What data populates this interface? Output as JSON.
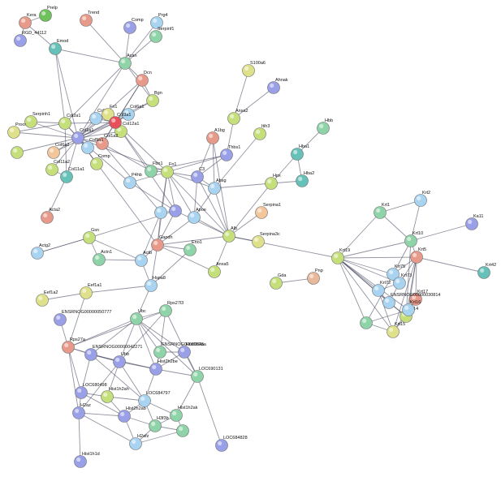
{
  "network": {
    "nodes": [
      {
        "id": "Prelp",
        "label": "Prelp",
        "color": "#6fc25b"
      },
      {
        "id": "Kera",
        "label": "Kera",
        "color": "#e89a8a"
      },
      {
        "id": "Trend",
        "label": "Trend",
        "color": "#e89a8a"
      },
      {
        "id": "Comp",
        "label": "Comp",
        "color": "#9aa0e8"
      },
      {
        "id": "Prg4",
        "label": "Prg4",
        "color": "#a8d4f2"
      },
      {
        "id": "Serpinf1",
        "label": "Serpinf1",
        "color": "#8fd4a8"
      },
      {
        "id": "RGD1",
        "label": "RGD_44112",
        "color": "#9aa0e8"
      },
      {
        "id": "Emod",
        "label": "Emod",
        "color": "#66c2b8"
      },
      {
        "id": "Acan",
        "label": "Acan",
        "color": "#8fd4a8"
      },
      {
        "id": "Dcn",
        "label": "Dcn",
        "color": "#e89a8a"
      },
      {
        "id": "Bgn",
        "label": "Bgn",
        "color": "#c5e07a"
      },
      {
        "id": "S100a6",
        "label": "S100a6",
        "color": "#dfe08a"
      },
      {
        "id": "Ahnak",
        "label": "Ahnak",
        "color": "#9aa0e8"
      },
      {
        "id": "Anxa2",
        "label": "Anxa2",
        "color": "#c5e07a"
      },
      {
        "id": "Serpinh1",
        "label": "Serpinh1",
        "color": "#c5e07a"
      },
      {
        "id": "Col2a1",
        "label": "Col2a1",
        "color": "#c5e07a"
      },
      {
        "id": "Col5a2",
        "label": "Col5a2",
        "color": "#a8d4f2"
      },
      {
        "id": "Fn1b",
        "label": "Fn1",
        "color": "#dfe08a"
      },
      {
        "id": "Col6a1",
        "label": "Col6a1",
        "color": "#a8d4f2"
      },
      {
        "id": "Col12a1",
        "label": "Col12a1",
        "color": "#c5e07a"
      },
      {
        "id": "Procr",
        "label": "Procr",
        "color": "#dfe08a"
      },
      {
        "id": "Col3a1",
        "label": "Col3a1",
        "color": "#e84f5a"
      },
      {
        "id": "Col1a1",
        "label": "Col1a1",
        "color": "#9aa0e8"
      },
      {
        "id": "Col1a2",
        "label": "Col1a2",
        "color": "#e89a8a"
      },
      {
        "id": "Col6a2",
        "label": "Col6a2",
        "color": "#f2c59a"
      },
      {
        "id": "Col5a1",
        "label": "Col5a1",
        "color": "#a8d4f2"
      },
      {
        "id": "Col11a2",
        "label": "Col11a2",
        "color": "#c5e07a"
      },
      {
        "id": "Comp2",
        "label": "Comp",
        "color": "#c5e07a"
      },
      {
        "id": "Col11a1",
        "label": "Col11a1",
        "color": "#66c2b8"
      },
      {
        "id": "Lum",
        "label": "",
        "color": "#c5e07a"
      },
      {
        "id": "Acta2",
        "label": "Acta2",
        "color": "#e89a8a"
      },
      {
        "id": "A1bg",
        "label": "A1bg",
        "color": "#e89a8a"
      },
      {
        "id": "Itih3",
        "label": "Itih3",
        "color": "#c5e07a"
      },
      {
        "id": "Thbs1",
        "label": "Thbs1",
        "color": "#9aa0e8"
      },
      {
        "id": "Hbb",
        "label": "Hbb",
        "color": "#8fd4a8"
      },
      {
        "id": "Hba1",
        "label": "Hba1",
        "color": "#66c2b8"
      },
      {
        "id": "Hba2",
        "label": "Hba2",
        "color": "#66c2b8"
      },
      {
        "id": "Fbn1",
        "label": "Fbn1",
        "color": "#8fd4a8"
      },
      {
        "id": "Fn1",
        "label": "Fn1",
        "color": "#c5e07a"
      },
      {
        "id": "P4hb",
        "label": "P4hb",
        "color": "#a8d4f2"
      },
      {
        "id": "C3",
        "label": "C3",
        "color": "#9aa0e8"
      },
      {
        "id": "Ahsg",
        "label": "Ahsg",
        "color": "#a8d4f2"
      },
      {
        "id": "Hpx",
        "label": "Hpx",
        "color": "#c5e07a"
      },
      {
        "id": "Serpina1",
        "label": "Serpina1",
        "color": "#f2c59a"
      },
      {
        "id": "Apoe",
        "label": "Apoe",
        "color": "#a8d4f2"
      },
      {
        "id": "Alb",
        "label": "Alb",
        "color": "#c5e07a"
      },
      {
        "id": "Serpina3c",
        "label": "Serpina3c",
        "color": "#dfe08a"
      },
      {
        "id": "Vim",
        "label": "",
        "color": "#9aa0e8"
      },
      {
        "id": "Tpm",
        "label": "",
        "color": "#a8d4f2"
      },
      {
        "id": "Gsn",
        "label": "Gsn",
        "color": "#c5e07a"
      },
      {
        "id": "Actg2",
        "label": "Actg2",
        "color": "#a8d4f2"
      },
      {
        "id": "Actn1",
        "label": "Actn1",
        "color": "#8fd4a8"
      },
      {
        "id": "Actb",
        "label": "Actb",
        "color": "#a8d4f2"
      },
      {
        "id": "Gapdh",
        "label": "Gapdh",
        "color": "#e89a8a"
      },
      {
        "id": "Eno1",
        "label": "Eno1",
        "color": "#8fd4a8"
      },
      {
        "id": "Anxa5",
        "label": "Anxa5",
        "color": "#c5e07a"
      },
      {
        "id": "Hspa8",
        "label": "Hspa8",
        "color": "#a8d4f2"
      },
      {
        "id": "Eef1a2",
        "label": "Eef1a2",
        "color": "#dfe08a"
      },
      {
        "id": "Eef1a1",
        "label": "Eef1a1",
        "color": "#dfe08a"
      },
      {
        "id": "ENSRNOG777",
        "label": "ENSRNOG00000050777",
        "color": "#9aa0e8"
      },
      {
        "id": "Rps27a",
        "label": "Rps27a",
        "color": "#e89a8a"
      },
      {
        "id": "Ubc",
        "label": "Ubc",
        "color": "#8fd4a8"
      },
      {
        "id": "Rps27l",
        "label": "Rps27l3",
        "color": "#8fd4a8"
      },
      {
        "id": "ENSRNOG2271",
        "label": "ENSRNOG00000042271",
        "color": "#9aa0e8"
      },
      {
        "id": "ENSRNOG456",
        "label": "ENSRNOG00000045",
        "color": "#8fd4a8"
      },
      {
        "id": "Hist1h2aa",
        "label": "Hist1h2aa",
        "color": "#9aa0e8"
      },
      {
        "id": "Ubb",
        "label": "Ubb",
        "color": "#9aa0e8"
      },
      {
        "id": "Hist2h2be",
        "label": "Hist2h2be",
        "color": "#9aa0e8"
      },
      {
        "id": "LOC690131",
        "label": "LOC690131",
        "color": "#8fd4a8"
      },
      {
        "id": "LOC680498",
        "label": "LOC680498",
        "color": "#9aa0e8"
      },
      {
        "id": "Hist1h2ah",
        "label": "Hist1h2ah",
        "color": "#c5e07a"
      },
      {
        "id": "LOC684797",
        "label": "LOC684797",
        "color": "#a8d4f2"
      },
      {
        "id": "Hist1h2ak",
        "label": "Hist1h2ak",
        "color": "#8fd4a8"
      },
      {
        "id": "H2az",
        "label": "H2az",
        "color": "#9aa0e8"
      },
      {
        "id": "Hist2h2ab",
        "label": "Hist2h2ab",
        "color": "#9aa0e8"
      },
      {
        "id": "H3f3b",
        "label": "H3f3b",
        "color": "#8fd4a8"
      },
      {
        "id": "H2afz",
        "label": "H2afz",
        "color": "#a8d4f2"
      },
      {
        "id": "H2afx",
        "label": "",
        "color": "#8fd4a8"
      },
      {
        "id": "LOC684828",
        "label": "LOC684828",
        "color": "#9aa0e8"
      },
      {
        "id": "Hist1h1d",
        "label": "Hist1h1d",
        "color": "#9aa0e8"
      },
      {
        "id": "Krt19",
        "label": "Krt19",
        "color": "#c5e07a"
      },
      {
        "id": "Krt1",
        "label": "Krt1",
        "color": "#8fd4a8"
      },
      {
        "id": "Krt2",
        "label": "Krt2",
        "color": "#a8d4f2"
      },
      {
        "id": "Krt10",
        "label": "Krt10",
        "color": "#8fd4a8"
      },
      {
        "id": "Ka11",
        "label": "Ka11",
        "color": "#9aa0e8"
      },
      {
        "id": "Krt5",
        "label": "Krt5",
        "color": "#e89a8a"
      },
      {
        "id": "Krt42",
        "label": "Krt42",
        "color": "#66c2b8"
      },
      {
        "id": "Krt75",
        "label": "Krt75",
        "color": "#a8d4f2"
      },
      {
        "id": "Krt73",
        "label": "Krt73",
        "color": "#a8d4f2"
      },
      {
        "id": "Krt72",
        "label": "Krt72",
        "color": "#a8d4f2"
      },
      {
        "id": "Krt17",
        "label": "Krt17",
        "color": "#e89a8a"
      },
      {
        "id": "ENSRNOG814",
        "label": "ENSRNOG00000030814",
        "color": "#a8d4f2"
      },
      {
        "id": "Krt14",
        "label": "Krt14",
        "color": "#c5e07a"
      },
      {
        "id": "Krt15",
        "label": "Krt15",
        "color": "#dfe08a"
      },
      {
        "id": "Krt16",
        "label": "Krt16",
        "color": "#a8d4f2"
      },
      {
        "id": "Krt6",
        "label": "",
        "color": "#8fd4a8"
      },
      {
        "id": "Gda",
        "label": "Gda",
        "color": "#c5e07a"
      },
      {
        "id": "Pnp",
        "label": "Pnp",
        "color": "#e8b89a"
      }
    ],
    "edges": [
      [
        "Prelp",
        "Kera"
      ],
      [
        "Kera",
        "Emod"
      ],
      [
        "RGD1",
        "Kera"
      ],
      [
        "Emod",
        "Acan"
      ],
      [
        "Trend",
        "Acan"
      ],
      [
        "Comp",
        "Acan"
      ],
      [
        "Prg4",
        "Acan"
      ],
      [
        "Serpinf1",
        "Acan"
      ],
      [
        "Acan",
        "Dcn"
      ],
      [
        "Acan",
        "Col2a1"
      ],
      [
        "Acan",
        "Col1a1"
      ],
      [
        "Acan",
        "Bgn"
      ],
      [
        "Emod",
        "Col2a1"
      ],
      [
        "Emod",
        "Col1a1"
      ],
      [
        "Dcn",
        "Col1a1"
      ],
      [
        "Dcn",
        "Bgn"
      ],
      [
        "Dcn",
        "Col3a1"
      ],
      [
        "Dcn",
        "Col1a2"
      ],
      [
        "Bgn",
        "Col1a1"
      ],
      [
        "Bgn",
        "Col3a1"
      ],
      [
        "S100a6",
        "Anxa2"
      ],
      [
        "Ahnak",
        "Anxa2"
      ],
      [
        "Anxa2",
        "Thbs1"
      ],
      [
        "Col2a1",
        "Col1a1"
      ],
      [
        "Col2a1",
        "Col3a1"
      ],
      [
        "Col1a1",
        "Col1a2"
      ],
      [
        "Col1a1",
        "Col3a1"
      ],
      [
        "Col3a1",
        "Col1a2"
      ],
      [
        "Col5a2",
        "Col1a1"
      ],
      [
        "Col5a1",
        "Col1a1"
      ],
      [
        "Col6a1",
        "Col1a1"
      ],
      [
        "Col6a2",
        "Col1a1"
      ],
      [
        "Col11a1",
        "Col1a1"
      ],
      [
        "Col11a2",
        "Col1a1"
      ],
      [
        "Col12a1",
        "Col1a1"
      ],
      [
        "Procr",
        "Col1a1"
      ],
      [
        "Serpinh1",
        "Col1a1"
      ],
      [
        "Comp2",
        "Col1a1"
      ],
      [
        "Lum",
        "Col1a1"
      ],
      [
        "Fn1b",
        "Col1a1"
      ],
      [
        "Col5a2",
        "Col3a1"
      ],
      [
        "Col6a1",
        "Col3a1"
      ],
      [
        "Col12a1",
        "Col3a1"
      ],
      [
        "Col5a1",
        "Col2a1"
      ],
      [
        "Col11a1",
        "Col2a1"
      ],
      [
        "Col11a2",
        "Col11a1"
      ],
      [
        "Serpinh1",
        "Col2a1"
      ],
      [
        "Procr",
        "Col2a1"
      ],
      [
        "Col6a2",
        "Col3a1"
      ],
      [
        "Acta2",
        "Col11a1"
      ],
      [
        "Col1a1",
        "P4hb"
      ],
      [
        "Col1a1",
        "Fn1"
      ],
      [
        "Col3a1",
        "Fn1"
      ],
      [
        "Col1a2",
        "Fbn1"
      ],
      [
        "Col3a1",
        "Fbn1"
      ],
      [
        "Col1a1",
        "Gapdh"
      ],
      [
        "Col3a1",
        "Vim"
      ],
      [
        "Col1a2",
        "Tpm"
      ],
      [
        "Fn1",
        "Fbn1"
      ],
      [
        "Fn1",
        "P4hb"
      ],
      [
        "Fn1",
        "C3"
      ],
      [
        "Fn1",
        "Ahsg"
      ],
      [
        "Fn1",
        "Alb"
      ],
      [
        "Fn1",
        "Thbs1"
      ],
      [
        "Fn1",
        "Vim"
      ],
      [
        "Fn1",
        "Tpm"
      ],
      [
        "Fn1",
        "Apoe"
      ],
      [
        "Fn1",
        "Gapdh"
      ],
      [
        "Fbn1",
        "Thbs1"
      ],
      [
        "A1bg",
        "Ahsg"
      ],
      [
        "A1bg",
        "C3"
      ],
      [
        "A1bg",
        "Alb"
      ],
      [
        "Itih3",
        "Ahsg"
      ],
      [
        "Thbs1",
        "C3"
      ],
      [
        "Ahsg",
        "Alb"
      ],
      [
        "Ahsg",
        "Hpx"
      ],
      [
        "Ahsg",
        "C3"
      ],
      [
        "Ahsg",
        "Apoe"
      ],
      [
        "Hpx",
        "Alb"
      ],
      [
        "Hpx",
        "Hba1"
      ],
      [
        "Hpx",
        "Hba2"
      ],
      [
        "Hbb",
        "Hba1"
      ],
      [
        "Hba1",
        "Hba2"
      ],
      [
        "Serpina1",
        "Alb"
      ],
      [
        "Serpina3c",
        "Alb"
      ],
      [
        "Apoe",
        "Alb"
      ],
      [
        "C3",
        "Alb"
      ],
      [
        "C3",
        "Apoe"
      ],
      [
        "Alb",
        "Vim"
      ],
      [
        "Alb",
        "Gapdh"
      ],
      [
        "Alb",
        "Krt19"
      ],
      [
        "Vim",
        "Tpm"
      ],
      [
        "Vim",
        "Gapdh"
      ],
      [
        "Vim",
        "P4hb"
      ],
      [
        "Tpm",
        "Gapdh"
      ],
      [
        "Tpm",
        "Actb"
      ],
      [
        "Apoe",
        "Gapdh"
      ],
      [
        "Gapdh",
        "Actb"
      ],
      [
        "Gapdh",
        "Eno1"
      ],
      [
        "Gapdh",
        "Anxa5"
      ],
      [
        "Gapdh",
        "Hspa8"
      ],
      [
        "Actb",
        "Actn1"
      ],
      [
        "Actb",
        "Gsn"
      ],
      [
        "Actb",
        "Hspa8"
      ],
      [
        "Gsn",
        "Actg2"
      ],
      [
        "Gsn",
        "Actn1"
      ],
      [
        "Gsn",
        "Vim"
      ],
      [
        "Actg2",
        "Gsn"
      ],
      [
        "Eno1",
        "Hspa8"
      ],
      [
        "Anxa5",
        "Alb"
      ],
      [
        "Hspa8",
        "Ubc"
      ],
      [
        "Hspa8",
        "Eef1a1"
      ],
      [
        "Eef1a2",
        "Eef1a1"
      ],
      [
        "Eef1a1",
        "Rps27a"
      ],
      [
        "ENSRNOG777",
        "Rps27a"
      ],
      [
        "Rps27a",
        "Ubc"
      ],
      [
        "Rps27a",
        "ENSRNOG2271"
      ],
      [
        "Rps27a",
        "Ubb"
      ],
      [
        "Rps27a",
        "Rps27l"
      ],
      [
        "Rps27a",
        "LOC680498"
      ],
      [
        "Rps27a",
        "H2az"
      ],
      [
        "Ubc",
        "Rps27l"
      ],
      [
        "Ubc",
        "ENSRNOG2271"
      ],
      [
        "Ubc",
        "ENSRNOG456"
      ],
      [
        "Ubc",
        "Ubb"
      ],
      [
        "Ubc",
        "Hist2h2be"
      ],
      [
        "Ubc",
        "Hist1h2aa"
      ],
      [
        "Ubc",
        "LOC690131"
      ],
      [
        "Rps27l",
        "Ubb"
      ],
      [
        "Rps27l",
        "ENSRNOG456"
      ],
      [
        "Rps27l",
        "LOC690131"
      ],
      [
        "ENSRNOG2271",
        "Ubb"
      ],
      [
        "ENSRNOG2271",
        "Hist2h2be"
      ],
      [
        "ENSRNOG2271",
        "LOC680498"
      ],
      [
        "ENSRNOG456",
        "Hist1h2aa"
      ],
      [
        "ENSRNOG456",
        "Hist2h2be"
      ],
      [
        "Hist1h2aa",
        "Hist2h2be"
      ],
      [
        "Ubb",
        "Hist2h2be"
      ],
      [
        "Ubb",
        "LOC684797"
      ],
      [
        "Ubb",
        "Hist1h2ah"
      ],
      [
        "Hist2h2be",
        "LOC684797"
      ],
      [
        "Hist2h2be",
        "LOC690131"
      ],
      [
        "LOC690131",
        "Hist1h2ak"
      ],
      [
        "LOC690131",
        "LOC684828"
      ],
      [
        "LOC680498",
        "Hist1h2ah"
      ],
      [
        "LOC680498",
        "H2az"
      ],
      [
        "LOC680498",
        "Hist2h2ab"
      ],
      [
        "Hist1h2ah",
        "Hist2h2ab"
      ],
      [
        "Hist1h2ah",
        "LOC684797"
      ],
      [
        "LOC684797",
        "Hist2h2ab"
      ],
      [
        "LOC684797",
        "Hist1h2ak"
      ],
      [
        "Hist2h2ab",
        "H3f3b"
      ],
      [
        "Hist2h2ab",
        "H2afz"
      ],
      [
        "H2az",
        "Hist2h2ab"
      ],
      [
        "H2az",
        "H2afz"
      ],
      [
        "H2az",
        "Hist1h1d"
      ],
      [
        "H3f3b",
        "H2afz"
      ],
      [
        "H3f3b",
        "Hist1h2ak"
      ],
      [
        "H3f3b",
        "H2afx"
      ],
      [
        "H2afz",
        "H2afx"
      ],
      [
        "Hist1h2ak",
        "H2afx"
      ],
      [
        "LOC684797",
        "H3f3b"
      ],
      [
        "Hist1h2aa",
        "LOC690131"
      ],
      [
        "ENSRNOG2271",
        "LOC684797"
      ],
      [
        "Ubb",
        "H2az"
      ],
      [
        "Krt19",
        "Krt1"
      ],
      [
        "Krt19",
        "Krt10"
      ],
      [
        "Krt19",
        "Krt5"
      ],
      [
        "Krt19",
        "Krt75"
      ],
      [
        "Krt19",
        "Krt73"
      ],
      [
        "Krt19",
        "Krt72"
      ],
      [
        "Krt19",
        "Krt14"
      ],
      [
        "Krt19",
        "Krt15"
      ],
      [
        "Krt19",
        "Krt16"
      ],
      [
        "Krt19",
        "ENSRNOG814"
      ],
      [
        "Krt19",
        "Krt6"
      ],
      [
        "Krt1",
        "Krt10"
      ],
      [
        "Krt1",
        "Krt2"
      ],
      [
        "Krt2",
        "Krt10"
      ],
      [
        "Krt10",
        "Ka11"
      ],
      [
        "Krt10",
        "Krt5"
      ],
      [
        "Krt10",
        "Krt75"
      ],
      [
        "Krt10",
        "Krt14"
      ],
      [
        "Krt5",
        "Krt42"
      ],
      [
        "Krt5",
        "Krt75"
      ],
      [
        "Krt5",
        "Krt73"
      ],
      [
        "Krt5",
        "Krt14"
      ],
      [
        "Krt5",
        "Krt17"
      ],
      [
        "Krt5",
        "Krt16"
      ],
      [
        "Krt5",
        "Krt15"
      ],
      [
        "Krt75",
        "Krt73"
      ],
      [
        "Krt73",
        "Krt72"
      ],
      [
        "Krt72",
        "ENSRNOG814"
      ],
      [
        "Krt73",
        "ENSRNOG814"
      ],
      [
        "Krt14",
        "Krt17"
      ],
      [
        "Krt14",
        "Krt16"
      ],
      [
        "Krt14",
        "Krt15"
      ],
      [
        "Krt15",
        "Krt16"
      ],
      [
        "Krt17",
        "Krt16"
      ],
      [
        "ENSRNOG814",
        "Krt14"
      ],
      [
        "Krt6",
        "Krt16"
      ],
      [
        "Krt6",
        "Krt15"
      ],
      [
        "Krt6",
        "Krt75"
      ],
      [
        "Krt72",
        "Krt15"
      ],
      [
        "Gda",
        "Pnp"
      ]
    ]
  }
}
